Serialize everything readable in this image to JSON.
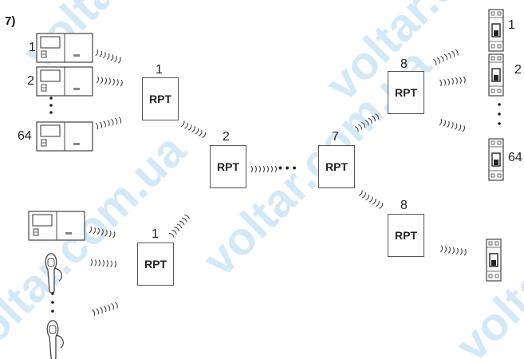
{
  "figure_label": "7)",
  "repeater_label": "RPT",
  "ellipsis": "• • •",
  "repeaters": [
    {
      "id": "rpt-1-top",
      "hop": "1"
    },
    {
      "id": "rpt-2",
      "hop": "2"
    },
    {
      "id": "rpt-7",
      "hop": "7"
    },
    {
      "id": "rpt-8-top",
      "hop": "8"
    },
    {
      "id": "rpt-8-bottom",
      "hop": "8"
    },
    {
      "id": "rpt-1-bottom",
      "hop": "1"
    }
  ],
  "left_thermostat_labels": [
    "1",
    "2",
    "64"
  ],
  "right_module_labels": [
    "1",
    "2",
    "64"
  ],
  "watermark": "voltar.com.ua",
  "colors": {
    "watermark": "#c9e3f4",
    "stroke": "#444",
    "box_border": "#555"
  }
}
